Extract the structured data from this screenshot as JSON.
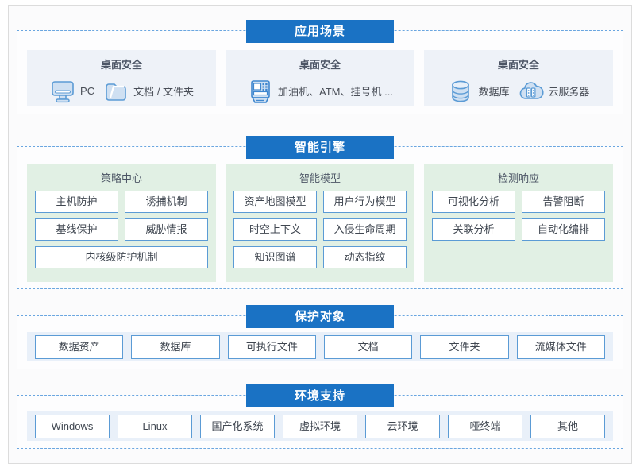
{
  "sections": [
    {
      "id": "scenarios",
      "banner": "应用场景",
      "panels": [
        {
          "title": "桌面安全",
          "items": [
            {
              "icon": "pc-monitor-icon",
              "label": "PC"
            },
            {
              "icon": "folder-document-icon",
              "label": "文档 / 文件夹"
            }
          ]
        },
        {
          "title": "桌面安全",
          "items": [
            {
              "icon": "atm-kiosk-icon",
              "label": "加油机、ATM、挂号机 ..."
            }
          ]
        },
        {
          "title": "桌面安全",
          "items": [
            {
              "icon": "database-icon",
              "label": "数据库"
            },
            {
              "icon": "cloud-server-icon",
              "label": "云服务器"
            }
          ]
        }
      ]
    },
    {
      "id": "engine",
      "banner": "智能引擎",
      "panels": [
        {
          "title": "策略中心",
          "rows": [
            [
              "主机防护",
              "诱捕机制"
            ],
            [
              "基线保护",
              "威胁情报"
            ],
            [
              "内核级防护机制"
            ]
          ]
        },
        {
          "title": "智能模型",
          "rows": [
            [
              "资产地图模型",
              "用户行为模型"
            ],
            [
              "时空上下文",
              "入侵生命周期"
            ],
            [
              "知识图谱",
              "动态指纹"
            ]
          ]
        },
        {
          "title": "检测响应",
          "rows": [
            [
              "可视化分析",
              "告警阻断"
            ],
            [
              "关联分析",
              "自动化编排"
            ]
          ]
        }
      ]
    },
    {
      "id": "objects",
      "banner": "保护对象",
      "chips": [
        "数据资产",
        "数据库",
        "可执行文件",
        "文档",
        "文件夹",
        "流媒体文件"
      ]
    },
    {
      "id": "env",
      "banner": "环境支持",
      "chips": [
        "Windows",
        "Linux",
        "国产化系统",
        "虚拟环境",
        "云环境",
        "哑终端",
        "其他"
      ]
    }
  ],
  "colors": {
    "banner_blue": "#1a72c4",
    "dashed_border": "#6aa6e0",
    "scenario_panel": "#eef2f8",
    "engine_panel": "#e1f0e4",
    "band_bg": "#e9f0f9",
    "chip_border": "#5b9bd5",
    "icon_blue": "#5b9bd5"
  }
}
